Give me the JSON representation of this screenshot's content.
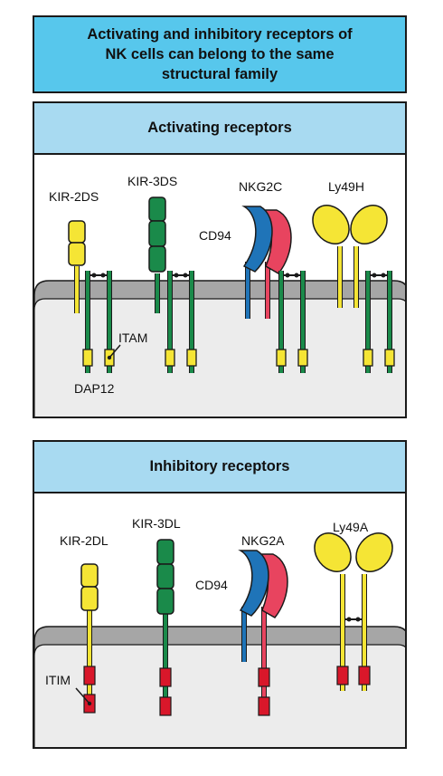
{
  "title": "Activating and inhibitory receptors of\nNK cells can belong to the same\nstructural family",
  "activating": {
    "header": "Activating receptors",
    "labels": {
      "kir2ds": "KIR-2DS",
      "kir3ds": "KIR-3DS",
      "nkg2c": "NKG2C",
      "ly49h": "Ly49H",
      "cd94": "CD94",
      "itam": "ITAM",
      "dap12": "DAP12"
    }
  },
  "inhibitory": {
    "header": "Inhibitory receptors",
    "labels": {
      "kir2dl": "KIR-2DL",
      "kir3dl": "KIR-3DL",
      "nkg2a": "NKG2A",
      "ly49a": "Ly49A",
      "cd94": "CD94",
      "itim": "ITIM"
    }
  },
  "colors": {
    "title_bg": "#57c7ec",
    "header_bg": "#a8daf1",
    "membrane": "#a6a6a6",
    "cytoplasm": "#ececec",
    "yellow": "#f5e535",
    "green": "#1a8a4a",
    "blue": "#1f74b8",
    "pink": "#e8445f",
    "red": "#d9172a"
  }
}
